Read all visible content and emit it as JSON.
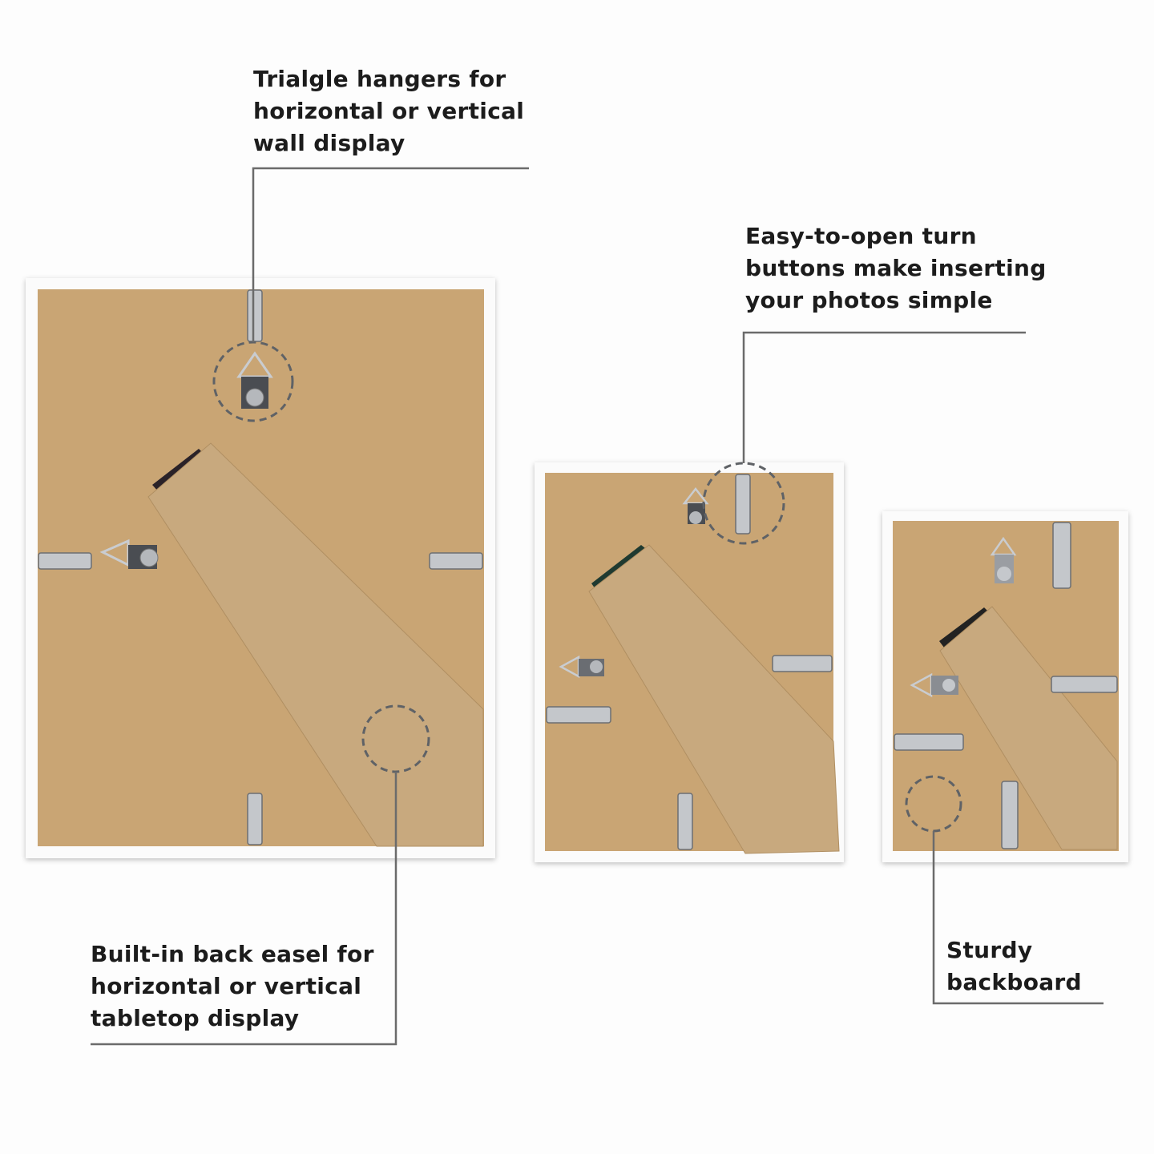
{
  "callouts": {
    "hangers": "Trialgle hangers for\nhorizontal or vertical\nwall display",
    "turn_buttons": "Easy-to-open turn\nbuttons make inserting\nyour photos simple",
    "easel": "Built-in back easel for\nhorizontal or vertical\ntabletop display",
    "backboard": "Sturdy\nbackboard"
  },
  "colors": {
    "backboard": "#c9a574",
    "easel": "#c8a97e",
    "frame": "#fbfbfb",
    "line": "#6b6b6b",
    "metal": "#b9bcc0"
  }
}
